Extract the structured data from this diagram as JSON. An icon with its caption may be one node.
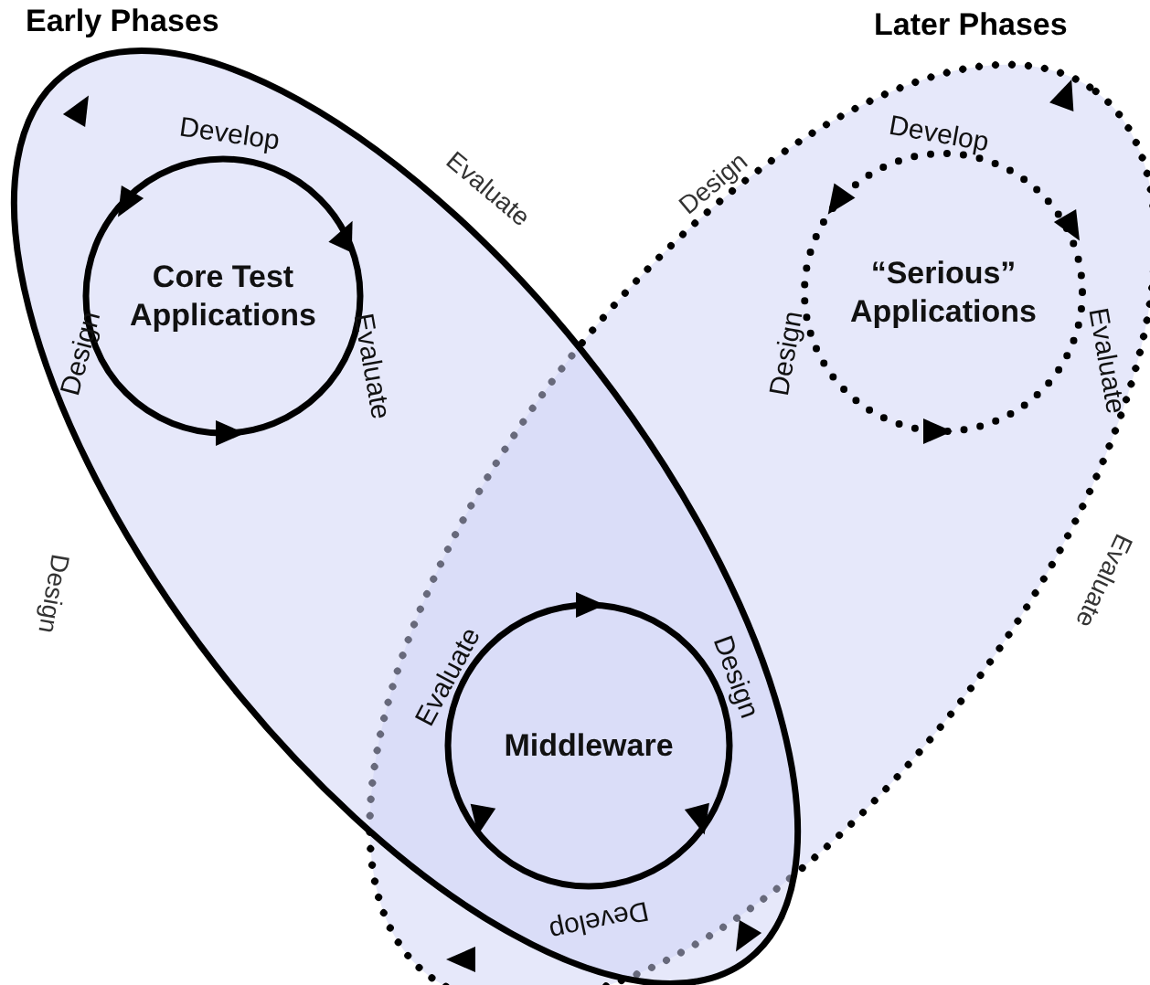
{
  "diagram": {
    "nodes": [
      {
        "text": [
          "Early Phases"
        ]
      },
      {
        "text": [
          "Core Test Applications"
        ],
        "in": 0
      },
      {
        "text": [
          "Later Phases"
        ]
      },
      {
        "text": [
          "“Serious” Applications"
        ],
        "in": 2
      },
      {
        "text": [
          "Middleware"
        ]
      }
    ],
    "edges": [],
    "labels": [
      "Develop",
      "Evaluate",
      "Design",
      "Develop",
      "Design",
      "Evaluate",
      "Design",
      "Evaluate",
      "Design",
      "Evaluate",
      "Evaluate",
      "Design",
      "Develop"
    ]
  }
}
